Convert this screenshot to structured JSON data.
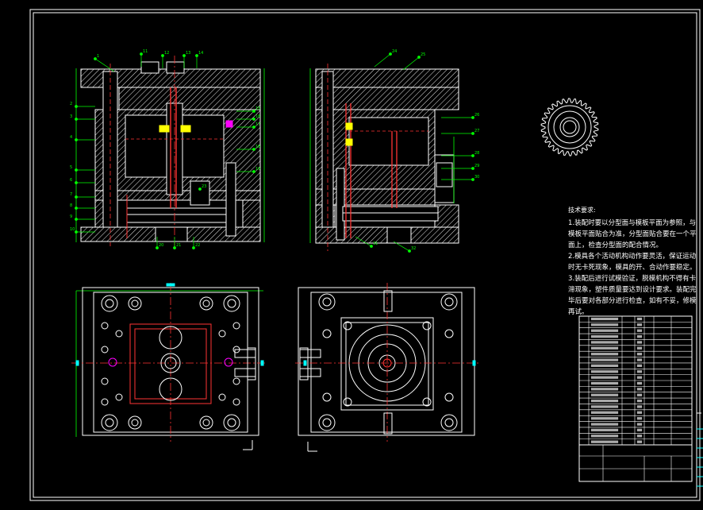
{
  "drawing": {
    "background": "#000000",
    "colors": {
      "frame": "#ffffff",
      "section": "#ffffff",
      "center_line": "#ff3333",
      "part_line": "#ff3333",
      "dimension": "#00ff00",
      "mark": "#00ffff",
      "yellow_part": "#ffff00",
      "magenta_part": "#ff00ff"
    }
  },
  "technical_notes": {
    "heading": "技术要求:",
    "items": [
      "1.装配时要以分型面与模板平面为参照，与模板平面贴合为准，分型面贴合要在一个平面上，检查分型面的配合情况。",
      "2.模具各个活动机构动作要灵活，保证运动时无卡死现象，模具的开、合动作要稳定。",
      "3.装配后进行试模验证，脱模机构不得有卡滞现象，塑件质量要达到设计要求。装配完毕后要对各部分进行检查，如有不妥，修模再试。"
    ]
  },
  "balloons_top_left": [
    "1",
    "2",
    "3",
    "4",
    "5",
    "6",
    "7",
    "8",
    "9",
    "10",
    "11",
    "12",
    "13",
    "14",
    "15",
    "16",
    "17",
    "18",
    "19",
    "20",
    "21",
    "22",
    "23"
  ],
  "balloons_top_right": [
    "24",
    "25",
    "26",
    "27",
    "28",
    "29",
    "30",
    "31",
    "32"
  ]
}
